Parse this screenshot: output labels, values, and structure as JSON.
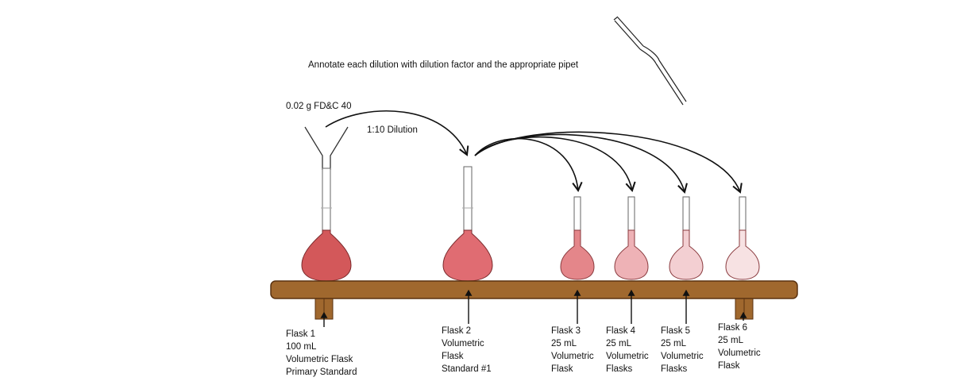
{
  "instruction": "Annotate each dilution with dilution factor and the appropriate pipet",
  "solid_label": "0.02 g FD&C 40",
  "dilution_label": "1:10 Dilution",
  "colors": {
    "flask1_fill": "#d3585a",
    "flask2_fill": "#e06c72",
    "flask3_fill": "#e4868a",
    "flask4_fill": "#eeb2b6",
    "flask5_fill": "#f3cfd2",
    "flask6_fill": "#f7e2e3",
    "bench": "#a0682e",
    "bench_dark": "#5a3210"
  },
  "flasks": [
    {
      "lines": [
        "Flask 1",
        "100 mL",
        "Volumetric Flask",
        "Primary Standard"
      ]
    },
    {
      "lines": [
        "Flask 2",
        "Volumetric",
        "Flask",
        "Standard #1"
      ]
    },
    {
      "lines": [
        "Flask 3",
        "25 mL",
        "Volumetric",
        "Flask"
      ]
    },
    {
      "lines": [
        "Flask 4",
        "25 mL",
        "Volumetric",
        "Flasks"
      ]
    },
    {
      "lines": [
        "Flask 5",
        "25 mL",
        "Volumetric",
        "Flasks"
      ]
    },
    {
      "lines": [
        "Flask 6",
        "25 mL",
        "Volumetric",
        "Flask"
      ]
    }
  ]
}
